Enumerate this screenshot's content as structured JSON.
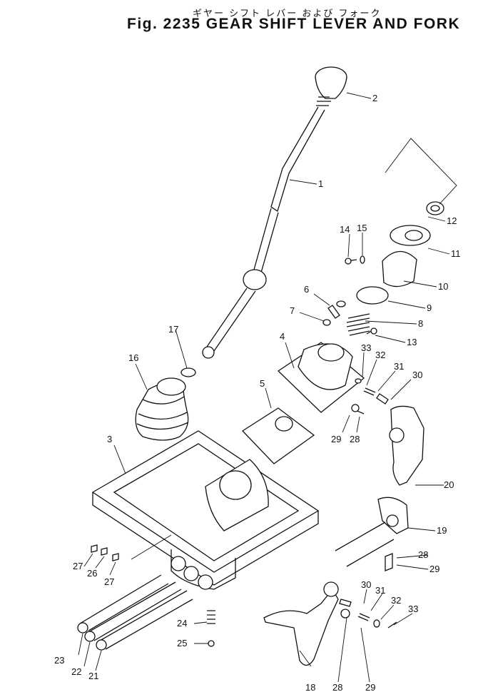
{
  "title_jp": "ギヤー シフト レバー および フォーク",
  "title_en": "Fig. 2235 GEAR SHIFT LEVER AND FORK",
  "callouts": {
    "p1": "1",
    "p2": "2",
    "p3": "3",
    "p4": "4",
    "p5": "5",
    "p6": "6",
    "p7": "7",
    "p8": "8",
    "p9": "9",
    "p10": "10",
    "p11": "11",
    "p12": "12",
    "p13": "13",
    "p14": "14",
    "p15": "15",
    "p16": "16",
    "p17": "17",
    "p18": "18",
    "p19": "19",
    "p20": "20",
    "p21": "21",
    "p22": "22",
    "p23": "23",
    "p24": "24",
    "p25": "25",
    "p26": "26",
    "p27a": "27",
    "p27b": "27",
    "p28a": "28",
    "p28b": "28",
    "p28c": "28",
    "p29a": "29",
    "p29b": "29",
    "p29c": "29",
    "p30a": "30",
    "p30b": "30",
    "p31a": "31",
    "p31b": "31",
    "p32a": "32",
    "p32b": "32",
    "p33a": "33",
    "p33b": "33"
  }
}
